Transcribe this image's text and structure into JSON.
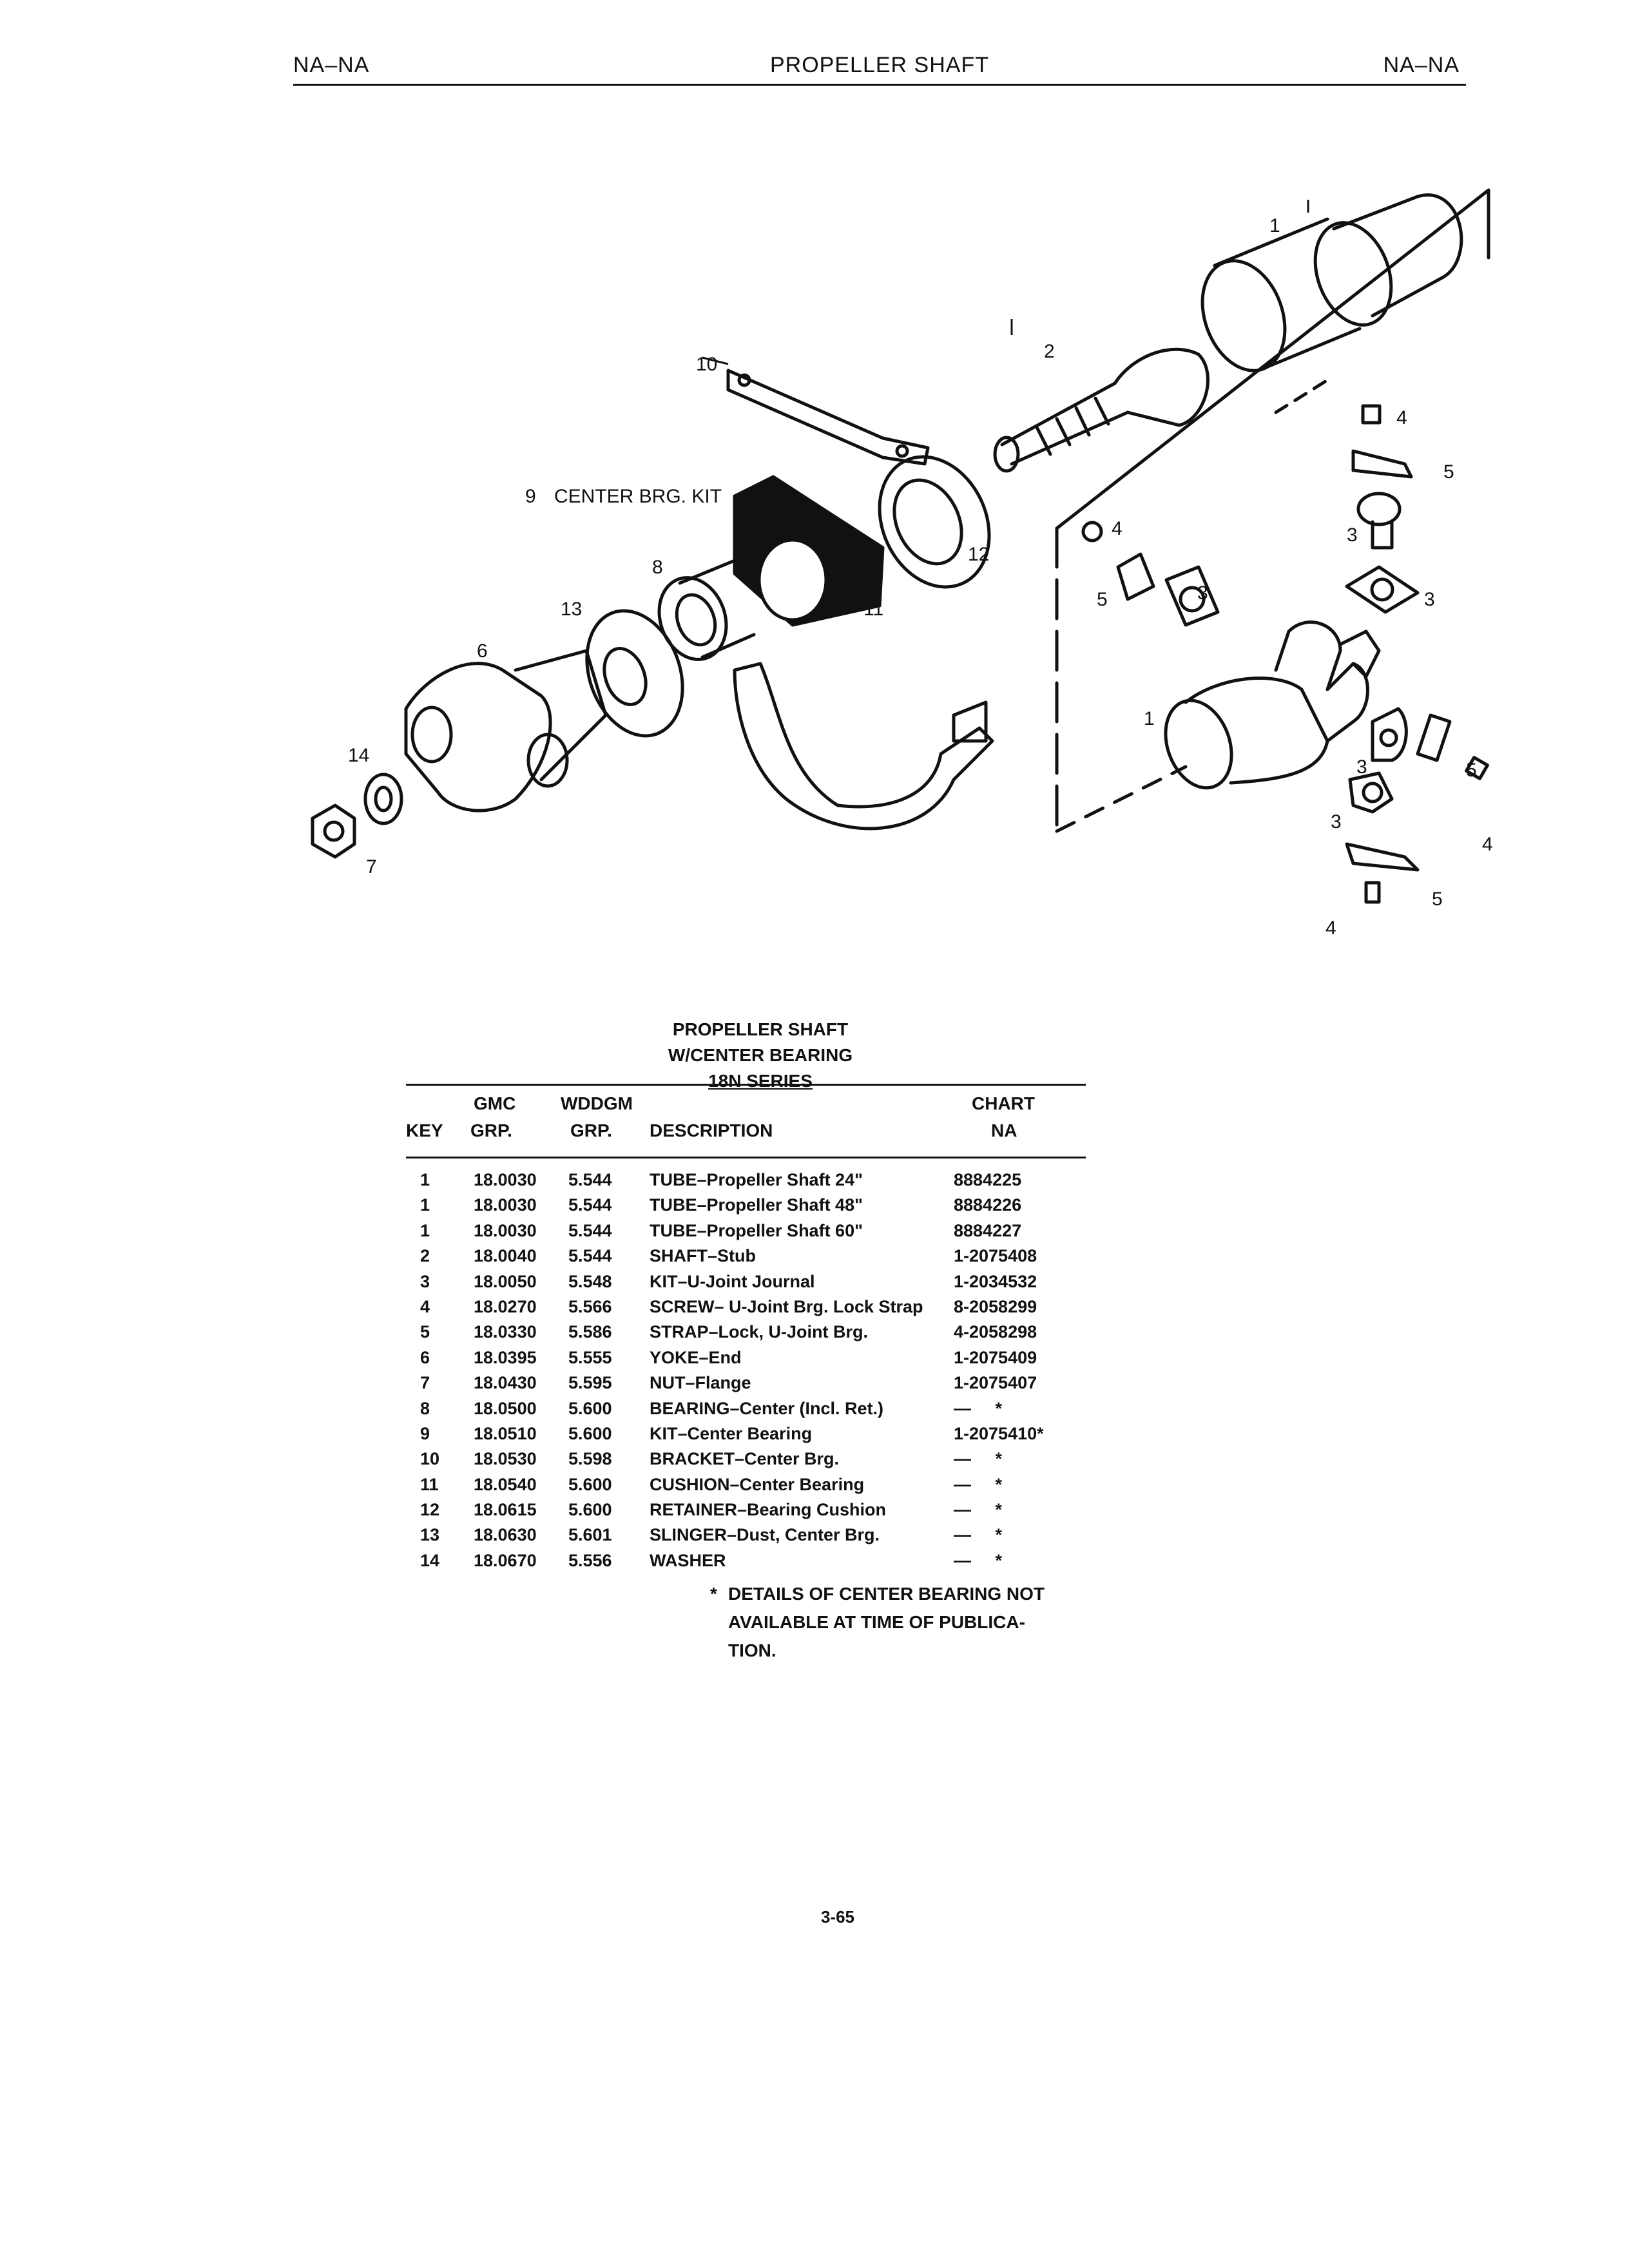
{
  "header": {
    "left": "NA–NA",
    "center": "PROPELLER SHAFT",
    "right": "NA–NA"
  },
  "diagram": {
    "callouts": {
      "c1_top": "1",
      "c2": "2",
      "c10": "10",
      "c9": "9",
      "c9_label": "CENTER BRG. KIT",
      "c8": "8",
      "c12": "12",
      "c13": "13",
      "c11": "11",
      "c6": "6",
      "c14": "14",
      "c7": "7",
      "c4_a": "4",
      "c5_a": "5",
      "c3_a": "3",
      "c4_b": "4",
      "c5_b": "5",
      "c3_b": "3",
      "c3_c": "3",
      "c1_mid": "1",
      "c3_d": "3",
      "c5_c": "5",
      "c3_e": "3",
      "c4_c": "4",
      "c5_d": "5",
      "c4_d": "4"
    }
  },
  "caption": {
    "line1": "PROPELLER SHAFT",
    "line2": "W/CENTER BEARING",
    "line3": "18N SERIES"
  },
  "table": {
    "headers": {
      "gmc_top": "GMC",
      "wddgm_top": "WDDGM",
      "chart_top": "CHART",
      "key": "KEY",
      "gmc_bottom": "GRP.",
      "wddgm_bottom": "GRP.",
      "description": "DESCRIPTION",
      "chart_bottom": "NA"
    },
    "rows": [
      {
        "key": "1",
        "gmc": "18.0030",
        "wddgm": "5.544",
        "description": "TUBE–Propeller Shaft 24\"",
        "chart": "8884225"
      },
      {
        "key": "1",
        "gmc": "18.0030",
        "wddgm": "5.544",
        "description": "TUBE–Propeller Shaft 48\"",
        "chart": "8884226"
      },
      {
        "key": "1",
        "gmc": "18.0030",
        "wddgm": "5.544",
        "description": "TUBE–Propeller Shaft 60\"",
        "chart": "8884227"
      },
      {
        "key": "2",
        "gmc": "18.0040",
        "wddgm": "5.544",
        "description": "SHAFT–Stub",
        "chart": "1-2075408"
      },
      {
        "key": "3",
        "gmc": "18.0050",
        "wddgm": "5.548",
        "description": "KIT–U-Joint Journal",
        "chart": "1-2034532"
      },
      {
        "key": "4",
        "gmc": "18.0270",
        "wddgm": "5.566",
        "description": "SCREW– U-Joint Brg. Lock Strap",
        "chart": "8-2058299"
      },
      {
        "key": "5",
        "gmc": "18.0330",
        "wddgm": "5.586",
        "description": "STRAP–Lock, U-Joint Brg.",
        "chart": "4-2058298"
      },
      {
        "key": "6",
        "gmc": "18.0395",
        "wddgm": "5.555",
        "description": "YOKE–End",
        "chart": "1-2075409"
      },
      {
        "key": "7",
        "gmc": "18.0430",
        "wddgm": "5.595",
        "description": "NUT–Flange",
        "chart": "1-2075407"
      },
      {
        "key": "8",
        "gmc": "18.0500",
        "wddgm": "5.600",
        "description": "BEARING–Center (Incl. Ret.)",
        "chart": "—     *"
      },
      {
        "key": "9",
        "gmc": "18.0510",
        "wddgm": "5.600",
        "description": "KIT–Center Bearing",
        "chart": "1-2075410*"
      },
      {
        "key": "10",
        "gmc": "18.0530",
        "wddgm": "5.598",
        "description": "BRACKET–Center Brg.",
        "chart": "—     *"
      },
      {
        "key": "11",
        "gmc": "18.0540",
        "wddgm": "5.600",
        "description": "CUSHION–Center Bearing",
        "chart": "—     *"
      },
      {
        "key": "12",
        "gmc": "18.0615",
        "wddgm": "5.600",
        "description": "RETAINER–Bearing Cushion",
        "chart": "—     *"
      },
      {
        "key": "13",
        "gmc": "18.0630",
        "wddgm": "5.601",
        "description": "SLINGER–Dust, Center Brg.",
        "chart": "—     *"
      },
      {
        "key": "14",
        "gmc": "18.0670",
        "wddgm": "5.556",
        "description": "WASHER",
        "chart": "—     *"
      }
    ]
  },
  "footnote": {
    "star": "*",
    "text1": "DETAILS OF CENTER BEARING NOT",
    "text2": "AVAILABLE AT TIME OF PUBLICA-",
    "text3": "TION."
  },
  "page_number": "3-65"
}
